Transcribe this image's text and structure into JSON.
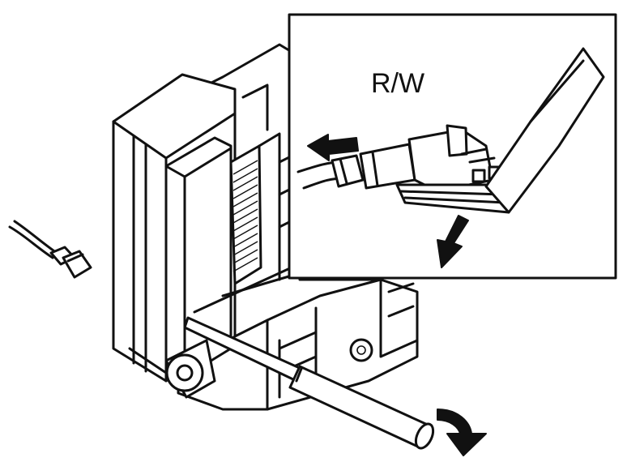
{
  "diagram": {
    "callout_label": "R/W",
    "colors": {
      "line": "#111111",
      "background": "#ffffff"
    },
    "elements": [
      "relay-box",
      "side-connector",
      "screwdriver",
      "detail-inset",
      "wire-connector",
      "pull-arrow",
      "press-arrow",
      "rotate-arrow"
    ]
  }
}
